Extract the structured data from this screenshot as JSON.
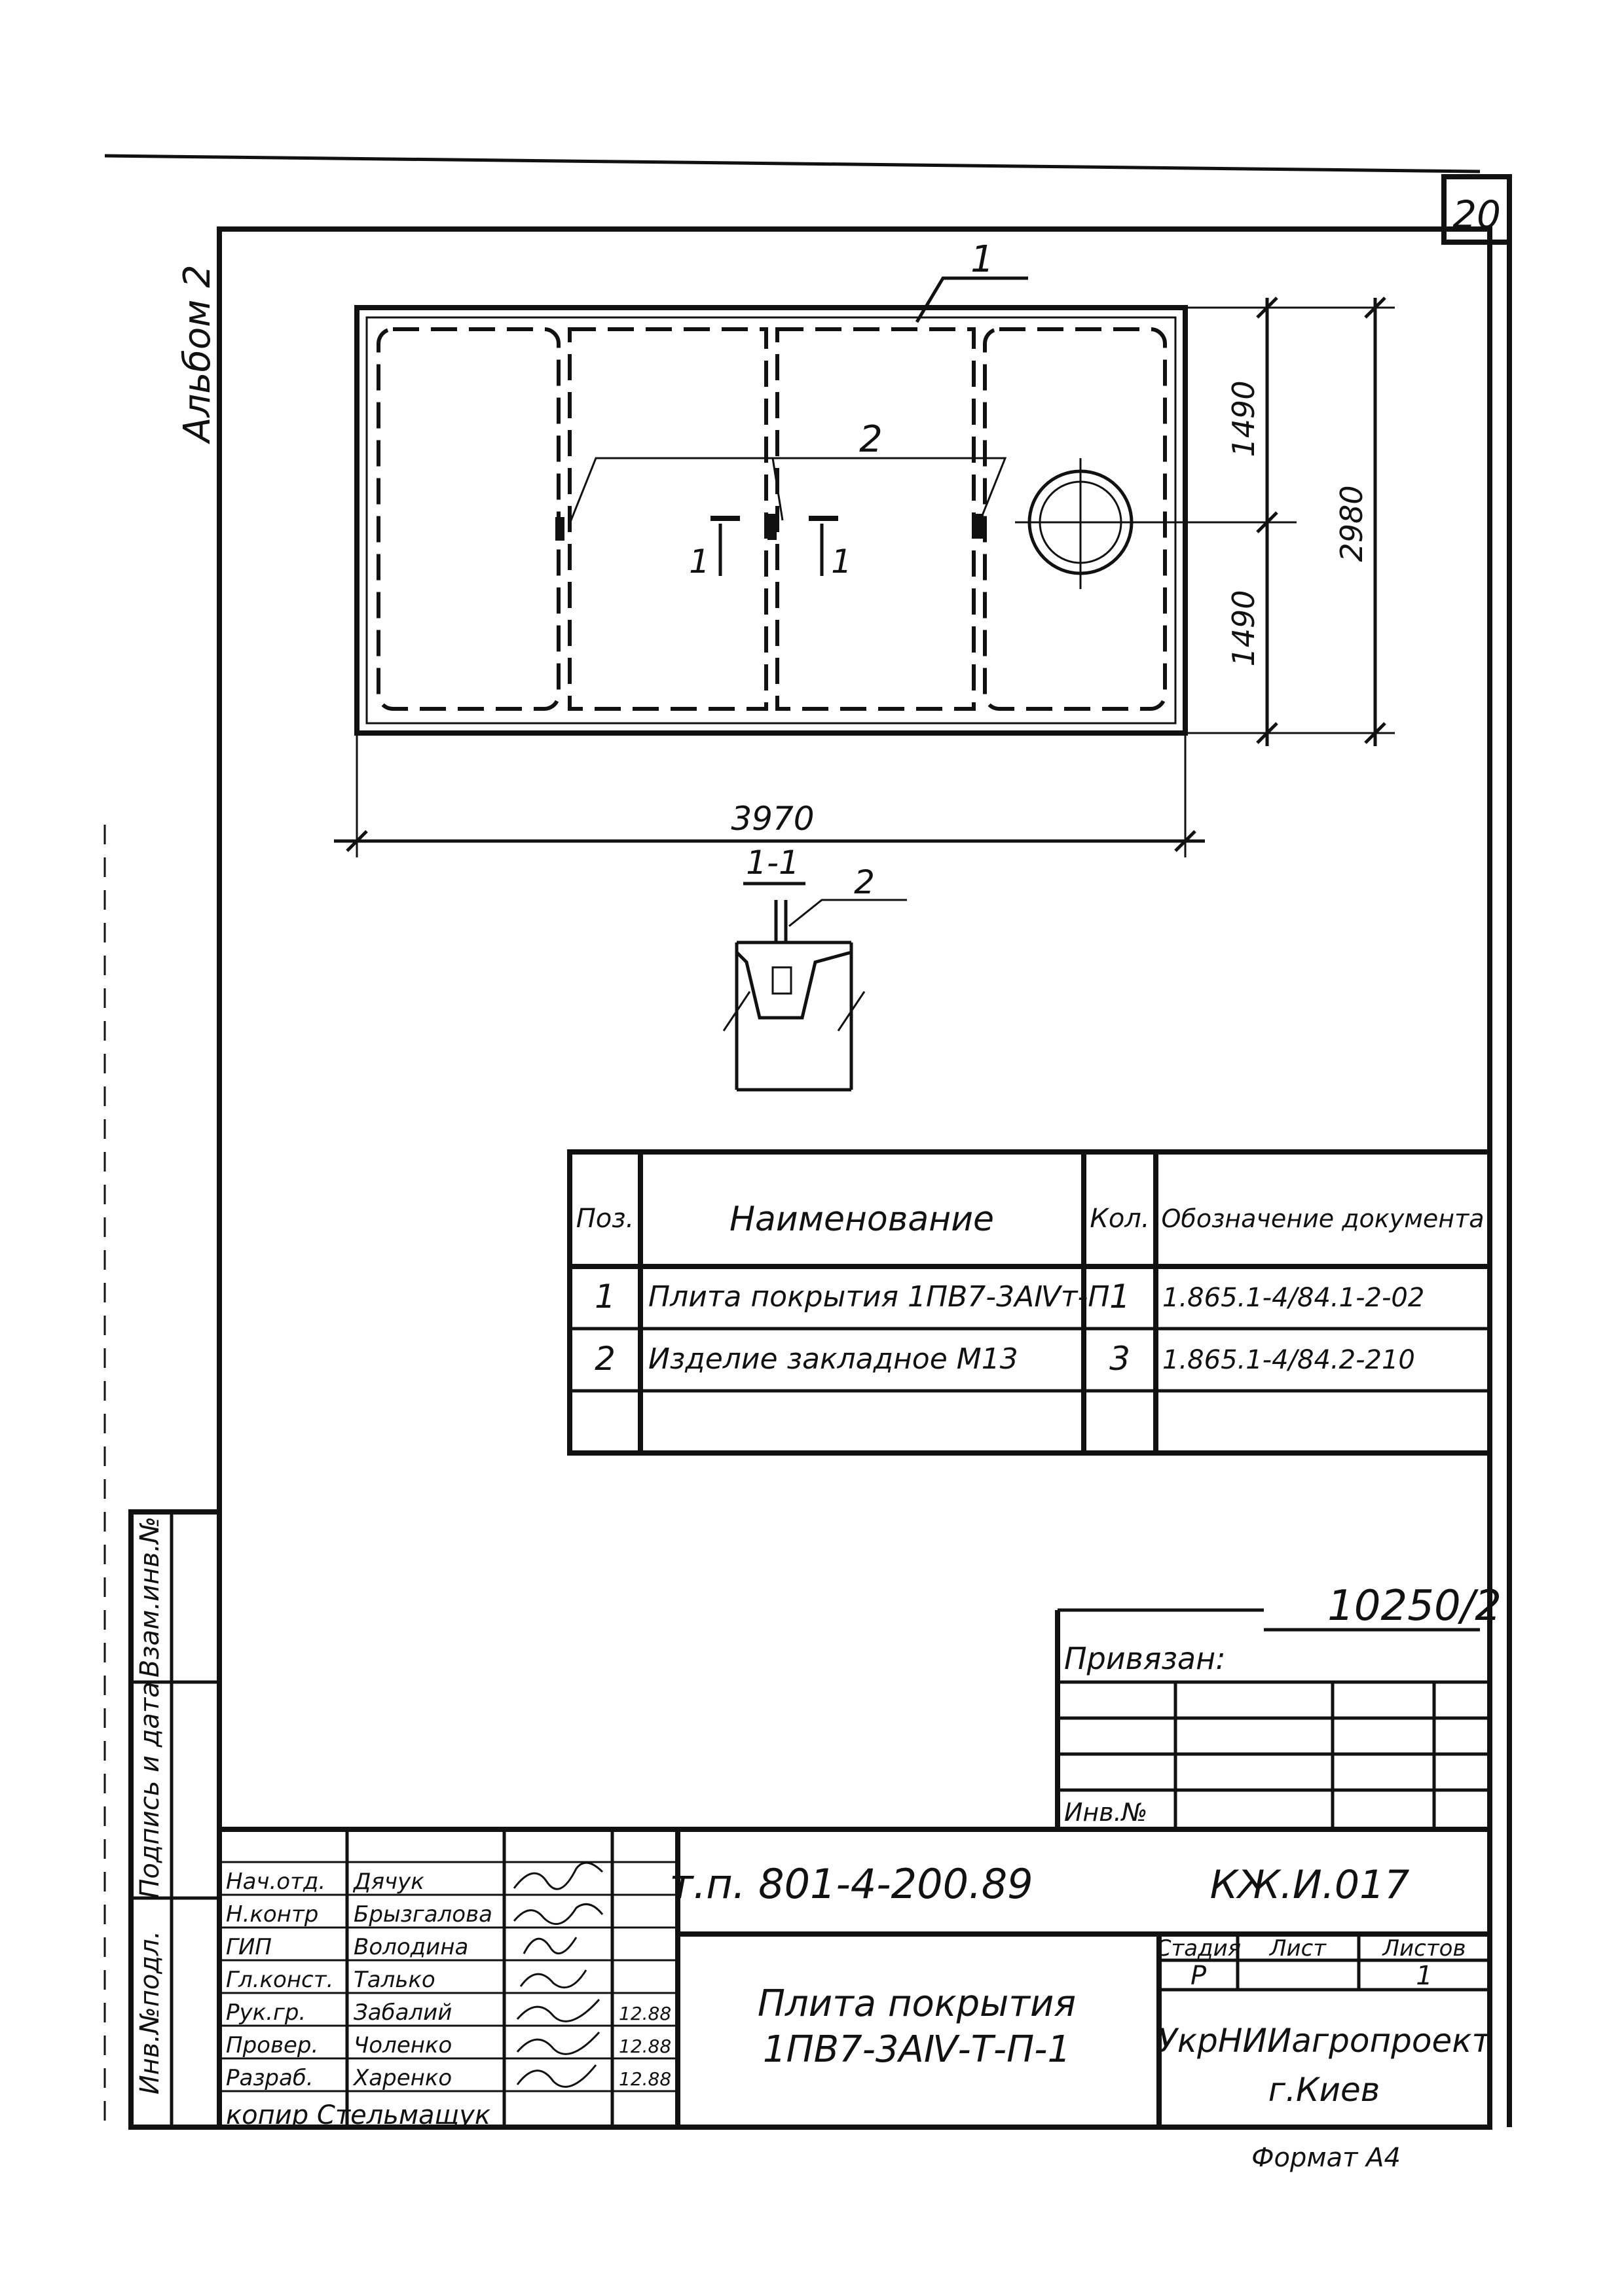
{
  "sheet": {
    "number": "20",
    "album": "Альбом 2",
    "format": "Формат А4",
    "copied": "копир Стельмащук"
  },
  "drawing": {
    "leaders": {
      "slab": "1",
      "embedded": "2",
      "section_leader": "2"
    },
    "dims": {
      "length": "3970",
      "width": "2980",
      "half_top": "1490",
      "half_bottom": "1490"
    },
    "section_marks": {
      "left": "1",
      "right": "1"
    },
    "section_title": "1-1"
  },
  "spec": {
    "headers": {
      "pos": "Поз.",
      "name": "Наименование",
      "qty": "Кол.",
      "doc": "Обозначение документа"
    },
    "rows": [
      {
        "pos": "1",
        "name": "Плита покрытия 1ПВ7-3АⅣт-П",
        "qty": "1",
        "doc": "1.865.1-4/84.1-2-02"
      },
      {
        "pos": "2",
        "name": "Изделие закладное М13",
        "qty": "3",
        "doc": "1.865.1-4/84.2-210"
      },
      {
        "pos": "",
        "name": "",
        "qty": "",
        "doc": ""
      }
    ]
  },
  "binding": {
    "number": "10250/2",
    "label": "Привязан:",
    "inv_label": "Инв.№"
  },
  "side_stamp": {
    "inv_orig": "Инв.№подл.",
    "signature_date": "Подпись и дата",
    "replace_inv": "Взам.инв.№"
  },
  "title_block": {
    "project_code": "т.п. 801-4-200.89",
    "doc_code": "КЖ.И.017",
    "title": "Плита покрытия",
    "mark": "1ПВ7-3АⅣ-Т-П-1",
    "stage_label": "Стадия",
    "sheet_label": "Лист",
    "sheets_label": "Листов",
    "stage": "Р",
    "sheets": "1",
    "org": "УкрНИИагропроект",
    "city": "г.Киев",
    "staff": [
      {
        "role": "Нач.отд.",
        "name": "Дячук",
        "date": ""
      },
      {
        "role": "Н.контр",
        "name": "Брызгалова",
        "date": ""
      },
      {
        "role": "ГИП",
        "name": "Володина",
        "date": ""
      },
      {
        "role": "Гл.конст.",
        "name": "Талько",
        "date": ""
      },
      {
        "role": "Рук.гр.",
        "name": "Забалий",
        "date": "12.88"
      },
      {
        "role": "Провер.",
        "name": "Чоленко",
        "date": "12.88"
      },
      {
        "role": "Разраб.",
        "name": "Харенко",
        "date": "12.88"
      }
    ]
  }
}
